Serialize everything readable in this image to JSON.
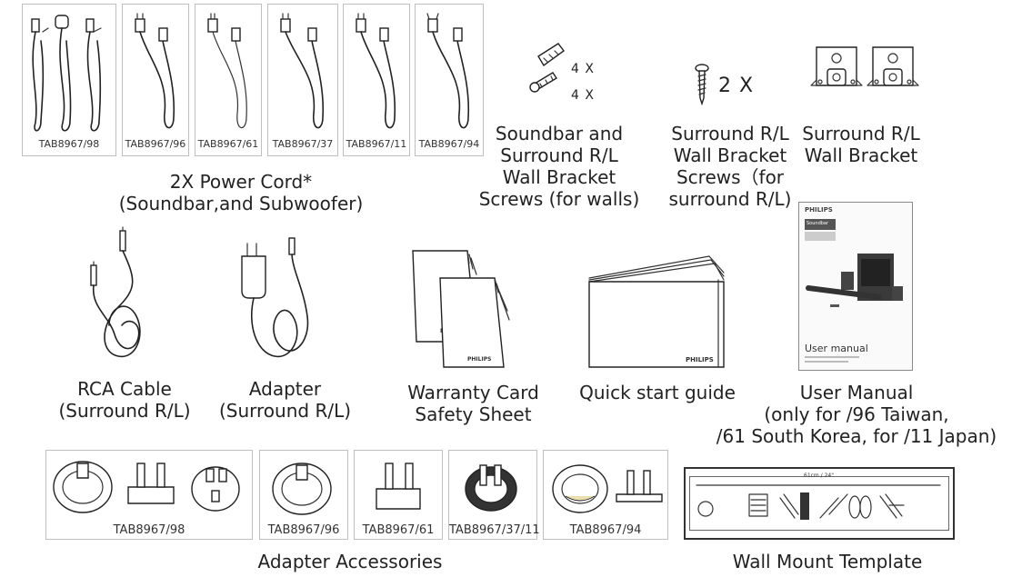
{
  "power_cords": {
    "tags": [
      "TAB8967/98",
      "TAB8967/96",
      "TAB8967/61",
      "TAB8967/37",
      "TAB8967/11",
      "TAB8967/94"
    ],
    "caption": "2X Power Cord*\n(Soundbar,and Subwoofer)"
  },
  "screws_walls": {
    "qty_top": "4 X",
    "qty_bottom": "4 X",
    "caption": "Soundbar and\nSurround R/L\nWall Bracket\nScrews (for walls)"
  },
  "screws_surround": {
    "qty": "2 X",
    "caption": "Surround R/L\nWall Bracket\nScrews（for\nsurround R/L)"
  },
  "bracket": {
    "caption": "Surround R/L\nWall Bracket"
  },
  "rca": {
    "caption": "RCA Cable\n(Surround R/L)"
  },
  "adapter": {
    "caption": "Adapter\n(Surround R/L)"
  },
  "warranty": {
    "caption": "Warranty Card\nSafety Sheet",
    "brand": "PHILIPS"
  },
  "quick_start": {
    "caption": "Quick start guide",
    "brand": "PHILIPS"
  },
  "user_manual": {
    "caption": "User Manual\n(only for /96 Taiwan,\n/61 South Korea, for /11 Japan)",
    "cover_brand": "PHILIPS",
    "cover_product": "Soundbar",
    "cover_title": "User manual"
  },
  "adapter_accessories": {
    "tags": [
      "TAB8967/98",
      "TAB8967/96",
      "TAB8967/61",
      "TAB8967/37/11",
      "TAB8967/94"
    ],
    "caption": "Adapter Accessories"
  },
  "template": {
    "caption": "Wall Mount Template",
    "dimension": "61cm / 24\""
  }
}
